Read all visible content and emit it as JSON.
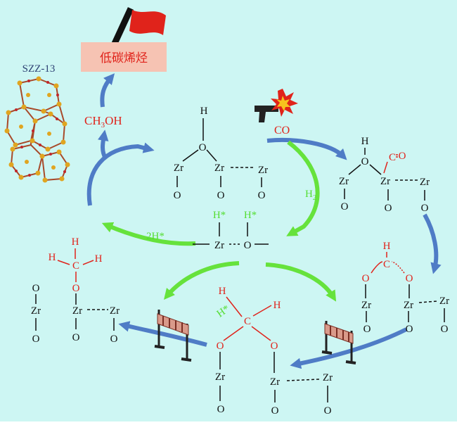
{
  "colors": {
    "background": "#cdf6f3",
    "blue_arrow": "#4f7cc6",
    "green_arrow": "#66e23c",
    "red_atom": "#e0231b",
    "green_atom": "#55dd33",
    "product_box": "#f6c3b3",
    "flag": "#e0231b"
  },
  "catalyst_label": "SZZ-13",
  "product_label": "低碳烯烃",
  "methanol_label": "CH",
  "methanol_sub": "3",
  "methanol_suffix": "OH",
  "co_label": "CO",
  "h2_label": "H",
  "h2_sub": "2",
  "twoh_label": "2H*",
  "atoms": {
    "H": "H",
    "O": "O",
    "Zr": "Zr",
    "C": "C",
    "Hstar": "H*"
  },
  "icons": [
    "catalyst-framework-icon",
    "flag-icon",
    "gun-icon",
    "explosion-icon",
    "barrier-icon"
  ]
}
